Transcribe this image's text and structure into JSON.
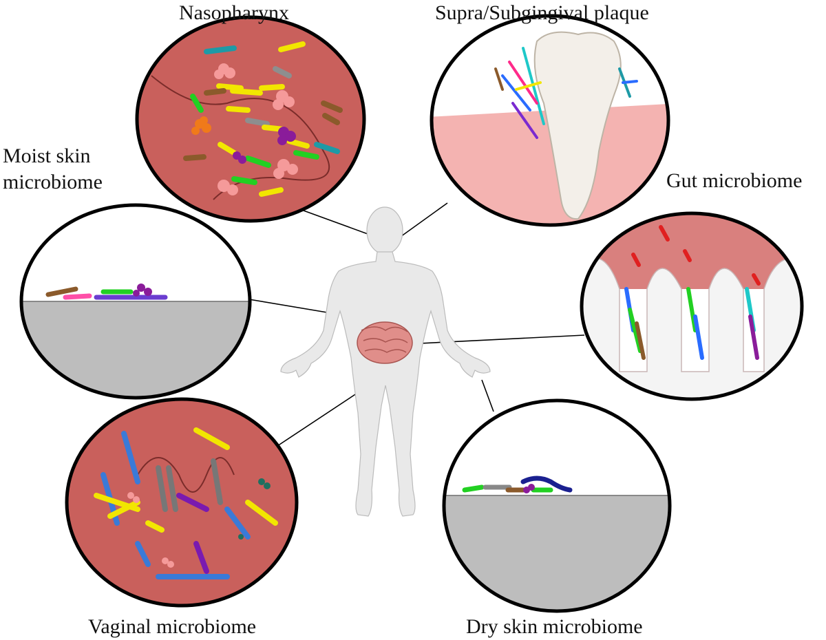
{
  "labels": {
    "nasopharynx": "Nasopharynx",
    "plaque": "Supra/Subgingival plaque",
    "moist_line1": "Moist skin",
    "moist_line2": "microbiome",
    "gut": "Gut microbiome",
    "vaginal": "Vaginal microbiome",
    "dry": "Dry skin microbiome"
  },
  "colors": {
    "tissue_red": "#c9605c",
    "gum_pink": "#f4b3b1",
    "skin_gray": "#bdbdbd",
    "body_gray": "#e6e6e6",
    "gut_pink": "#d9807e",
    "outline": "#000000"
  }
}
